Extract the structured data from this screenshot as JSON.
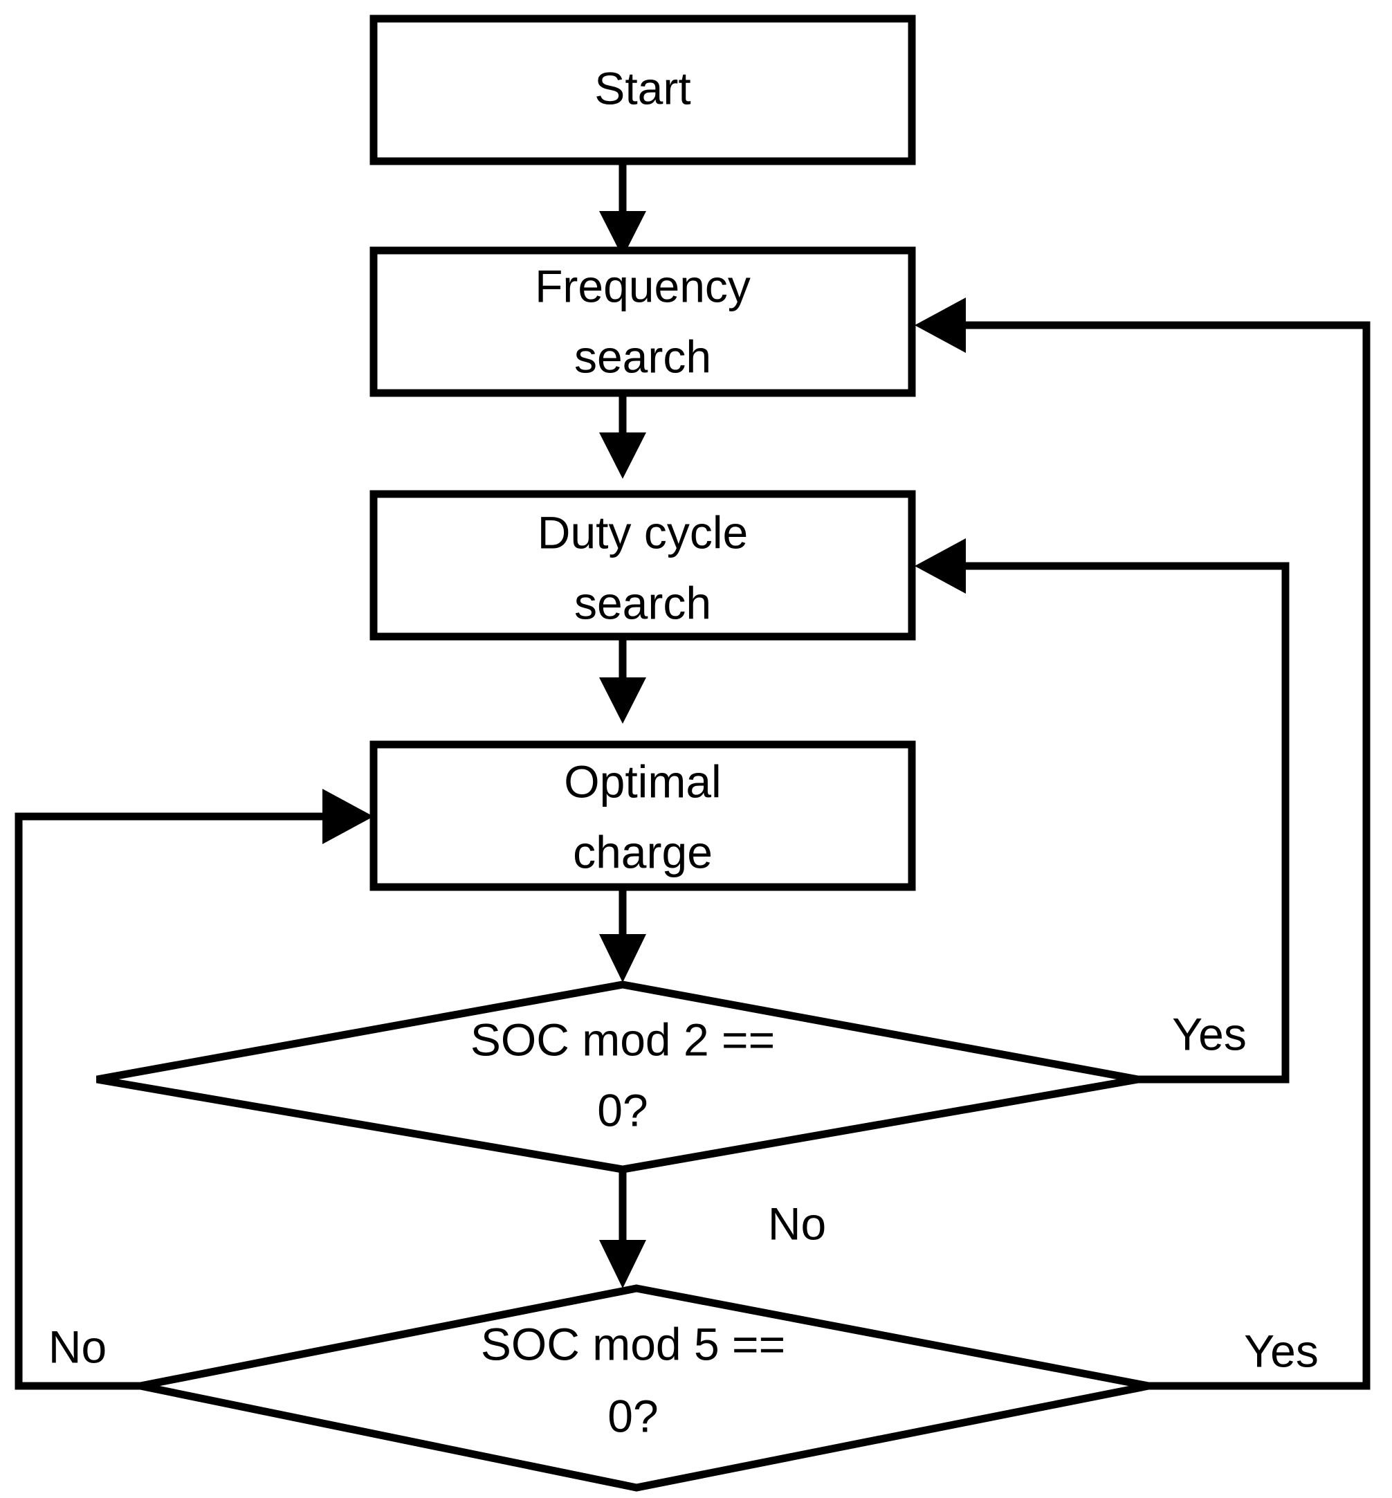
{
  "diagram": {
    "type": "flowchart",
    "title": "",
    "background_color": "#ffffff",
    "line_color": "#000000",
    "fill_color": "#ffffff",
    "nodes": [
      {
        "id": "start",
        "shape": "process",
        "label": "Start"
      },
      {
        "id": "freq_search",
        "shape": "process",
        "label_line1": "Frequency",
        "label_line2": "search"
      },
      {
        "id": "duty_search",
        "shape": "process",
        "label_line1": "Duty cycle",
        "label_line2": "search"
      },
      {
        "id": "optimal",
        "shape": "process",
        "label_line1": "Optimal",
        "label_line2": "charge"
      },
      {
        "id": "soc_mod_2",
        "shape": "decision",
        "label_line1": "SOC mod 2 ==",
        "label_line2": "0?"
      },
      {
        "id": "soc_mod_5",
        "shape": "decision",
        "label_line1": "SOC mod 5 ==",
        "label_line2": "0?"
      }
    ],
    "edges": [
      {
        "from": "start",
        "to": "freq_search",
        "label": ""
      },
      {
        "from": "freq_search",
        "to": "duty_search",
        "label": ""
      },
      {
        "from": "duty_search",
        "to": "optimal",
        "label": ""
      },
      {
        "from": "optimal",
        "to": "soc_mod_2",
        "label": ""
      },
      {
        "from": "soc_mod_2",
        "to": "duty_search",
        "label": "Yes"
      },
      {
        "from": "soc_mod_2",
        "to": "soc_mod_5",
        "label": "No"
      },
      {
        "from": "soc_mod_5",
        "to": "freq_search",
        "label": "Yes"
      },
      {
        "from": "soc_mod_5",
        "to": "optimal",
        "label": "No"
      }
    ],
    "labels": {
      "yes_top": "Yes",
      "no_middle": "No",
      "no_left": "No",
      "yes_bottom": "Yes"
    }
  }
}
